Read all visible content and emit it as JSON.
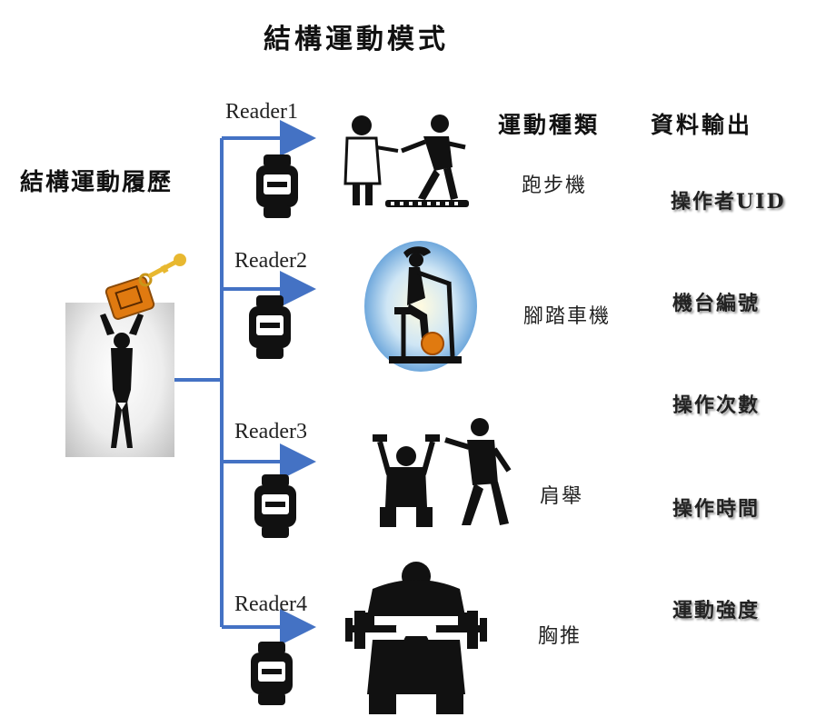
{
  "title": "結構運動模式",
  "left_label": "結構運動履歷",
  "columns": {
    "exercise_type": "運動種類",
    "data_output": "資料輸出"
  },
  "readers": [
    "Reader1",
    "Reader2",
    "Reader3",
    "Reader4"
  ],
  "exercises": [
    "跑步機",
    "腳踏車機",
    "肩舉",
    "胸推"
  ],
  "outputs": [
    "操作者UID",
    "機台編號",
    "操作次數",
    "操作時間",
    "運動強度"
  ],
  "colors": {
    "connector": "#4472c4",
    "orange": "#e07a10",
    "key": "#e8b830"
  }
}
